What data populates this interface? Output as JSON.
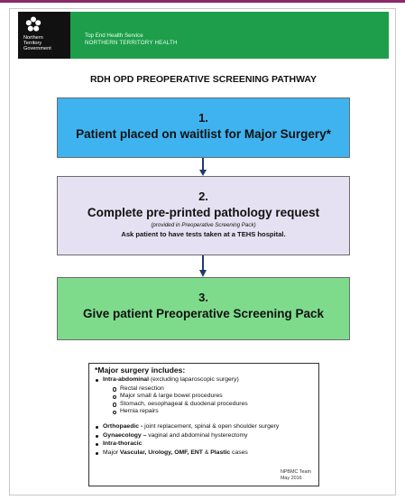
{
  "header": {
    "logo_text": "Northern\nTerritory\nGovernment",
    "org_line1": "Top End Health Service",
    "org_line2": "NORTHERN TERRITORY HEALTH"
  },
  "title": "RDH OPD PREOPERATIVE SCREENING PATHWAY",
  "steps": [
    {
      "number": "1.",
      "text": "Patient placed on waitlist for Major Surgery*"
    },
    {
      "number": "2.",
      "text": "Complete pre-printed pathology request",
      "note": "(provided in Preoperative Screening Pack)",
      "sub": "Ask patient to have tests taken at a TEHS hospital."
    },
    {
      "number": "3.",
      "text": "Give patient Preoperative Screening Pack"
    }
  ],
  "info": {
    "title": "*Major surgery includes:",
    "intra_abdominal": {
      "bold": "Intra-abdominal",
      "rest": " (excluding laparoscopic surgery)"
    },
    "intra_abdominal_items": [
      "Rectal resection",
      "Major small & large bowel procedures",
      "Stomach, oesophageal & duodenal procedures",
      "Hernia repairs"
    ],
    "orthopaedic": {
      "bold": "Orthopaedic -",
      "rest": " joint replacement, spinal & open shoulder surgery"
    },
    "gynaecology": {
      "bold": "Gynaecology –",
      "rest": " vaginal and abdominal hysterectomy"
    },
    "intra_thoracic": "Intra-thoracic",
    "major": {
      "pre": "Major ",
      "bold1": "Vascular, Urology, OMF, ENT",
      "mid": " & ",
      "bold2": "Plastic",
      "post": " cases"
    }
  },
  "footer_note": "NPBMC Team\nMay 2016",
  "colors": {
    "header_green": "#1e9e4a",
    "box1_blue": "#3fb3f0",
    "box2_lavender": "#e6e1f2",
    "box3_green": "#7fdb8c",
    "arrow_navy": "#1f3b6e"
  }
}
